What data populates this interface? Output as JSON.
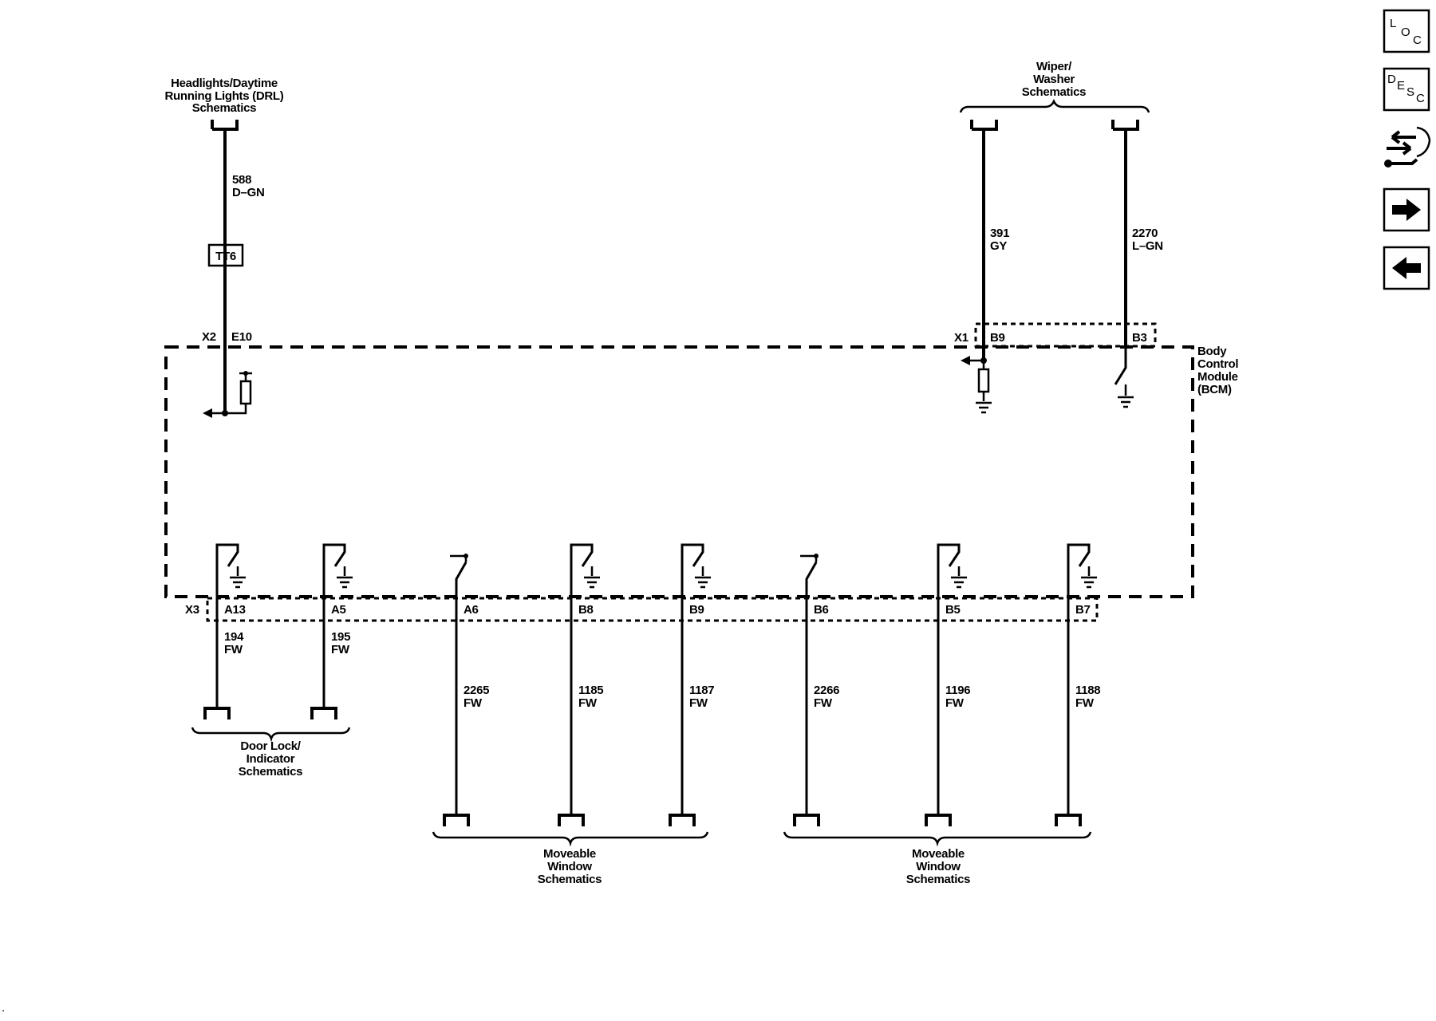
{
  "nav": {
    "loc": [
      "L",
      "O",
      "C"
    ],
    "desc": [
      "D",
      "E",
      "S",
      "C"
    ]
  },
  "top_left": {
    "title_lines": [
      "Headlights/Daytime",
      "Running Lights (DRL)",
      "Schematics"
    ],
    "circuit": "588",
    "color": "D–GN",
    "splice": "TT6",
    "connector": "X2",
    "pin": "E10"
  },
  "top_right": {
    "title_lines": [
      "Wiper/",
      "Washer",
      "Schematics"
    ],
    "connector": "X1",
    "left_circuit": "391",
    "left_color": "GY",
    "left_pin": "B9",
    "right_circuit": "2270",
    "right_color": "L–GN",
    "right_pin": "B3"
  },
  "module": {
    "name_lines": [
      "Body",
      "Control",
      "Module",
      "(BCM)"
    ]
  },
  "bottom": {
    "connector": "X3",
    "pins": [
      {
        "pin": "A13",
        "circuit": "194",
        "color": "FW"
      },
      {
        "pin": "A5",
        "circuit": "195",
        "color": "FW"
      },
      {
        "pin": "A6",
        "circuit": "2265",
        "color": "FW"
      },
      {
        "pin": "B8",
        "circuit": "1185",
        "color": "FW"
      },
      {
        "pin": "B9",
        "circuit": "1187",
        "color": "FW"
      },
      {
        "pin": "B6",
        "circuit": "2266",
        "color": "FW"
      },
      {
        "pin": "B5",
        "circuit": "1196",
        "color": "FW"
      },
      {
        "pin": "B7",
        "circuit": "1188",
        "color": "FW"
      }
    ],
    "groups": [
      {
        "lines": [
          "Door Lock/",
          "Indicator",
          "Schematics"
        ]
      },
      {
        "lines": [
          "Moveable",
          "Window",
          "Schematics"
        ]
      },
      {
        "lines": [
          "Moveable",
          "Window",
          "Schematics"
        ]
      }
    ]
  }
}
